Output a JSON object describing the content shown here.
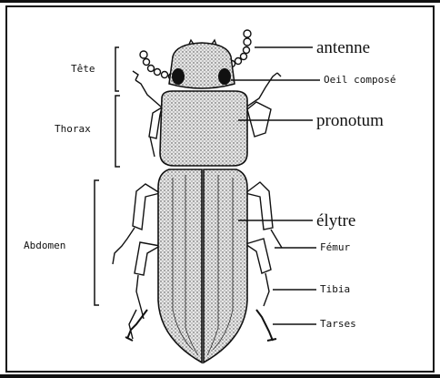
{
  "labels": {
    "tete": "Tête",
    "thorax": "Thorax",
    "abdomen": "Abdomen",
    "antenne": "antenne",
    "oeil_compose": "Oeil composé",
    "pronotum": "pronotum",
    "elytre": "élytre",
    "femur": "Fémur",
    "tibia": "Tibia",
    "tarses": "Tarses"
  },
  "colors": {
    "ink": "#111111",
    "stipple_fill": "#cfcfcf",
    "background": "#ffffff"
  }
}
